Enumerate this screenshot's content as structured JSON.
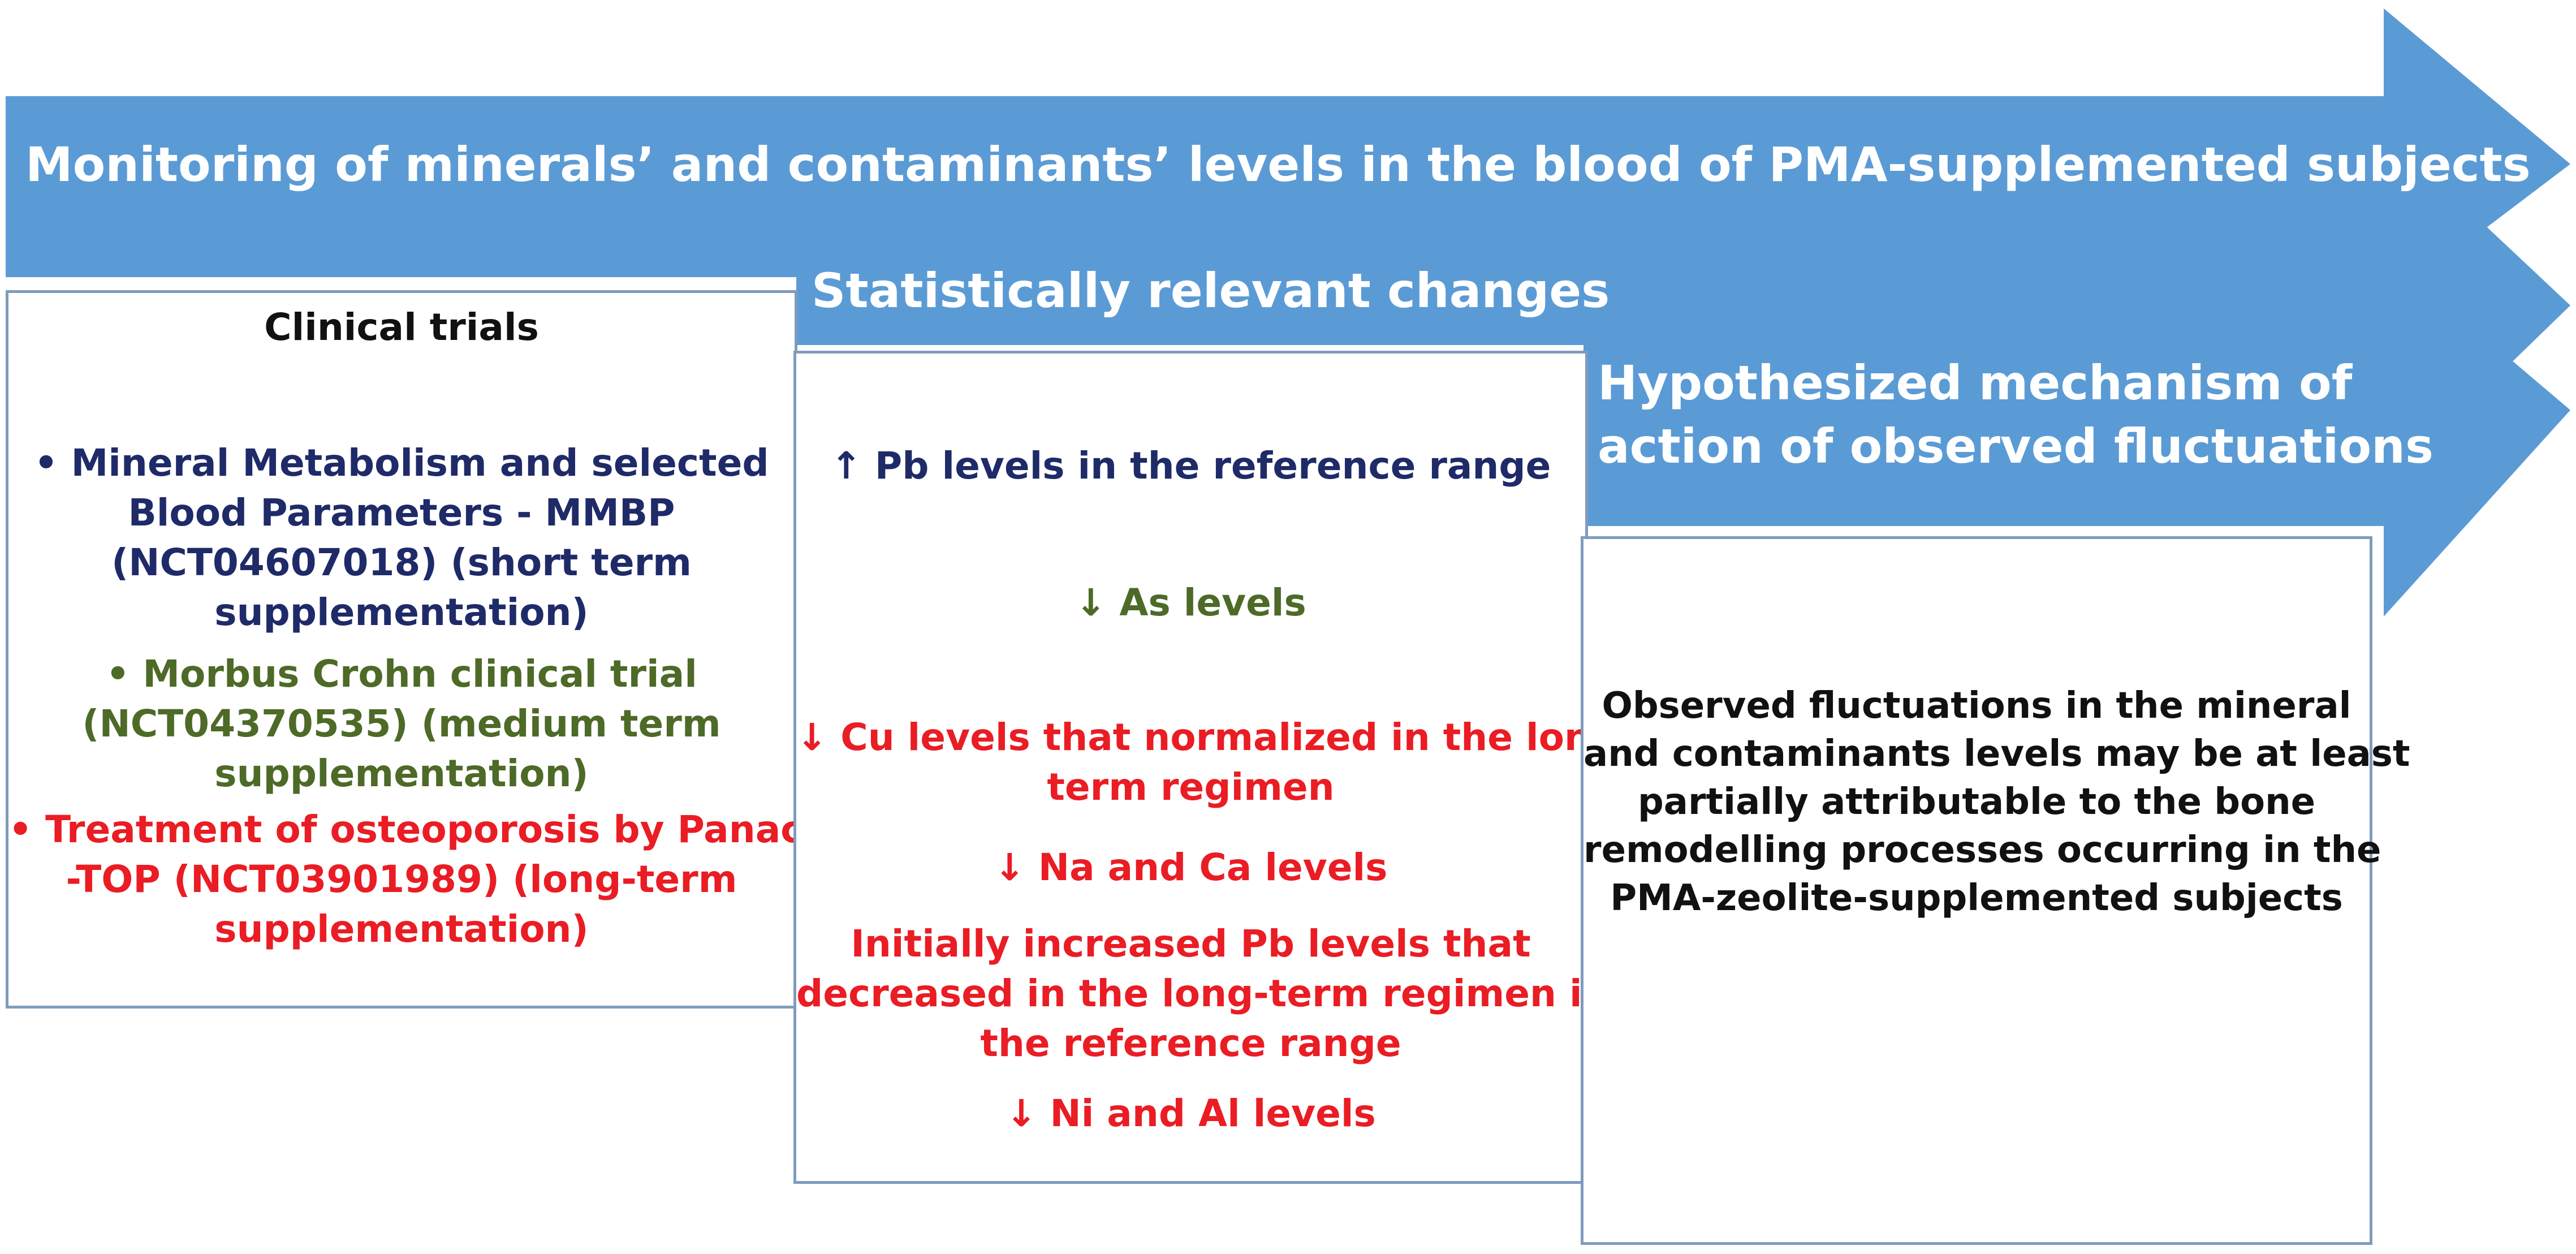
{
  "colors": {
    "arrow": "#5b9bd5",
    "border": "#7f9cbd",
    "navy": "#1f2a68",
    "green": "#4d6a27",
    "red": "#ea1c24",
    "black": "#111111"
  },
  "arrow1": {
    "title": "Monitoring of minerals’ and contaminants’ levels in the blood of PMA-supplemented subjects"
  },
  "arrow2": {
    "title": "Statistically relevant changes"
  },
  "arrow3": {
    "title_lines": [
      "Hypothesized mechanism of",
      "action of observed fluctuations"
    ]
  },
  "clinical": {
    "heading": "Clinical trials",
    "lines": [
      "• Mineral Metabolism and selected",
      "Blood Parameters - MMBP",
      "(NCT04607018) (short term",
      "supplementation)",
      "• Morbus Crohn clinical trial",
      "(NCT04370535) (medium term",
      "supplementation)",
      "• Treatment of osteoporosis by Panaceo",
      "-TOP (NCT03901989) (long-term",
      "supplementation)"
    ]
  },
  "changes": {
    "lines": [
      "↑ Pb levels in the reference range",
      "↓ As levels",
      "↓ Cu levels that normalized in the long-",
      "term regimen",
      "↓ Na and Ca levels",
      "Initially increased Pb levels that",
      "decreased in the long-term regimen in",
      "the reference range",
      "↓ Ni and Al levels"
    ]
  },
  "mechanism": {
    "lines": [
      "Observed fluctuations in the mineral",
      "and contaminants levels may be at least",
      "partially attributable to the bone",
      "remodelling processes occurring in the",
      "PMA-zeolite-supplemented subjects"
    ]
  }
}
